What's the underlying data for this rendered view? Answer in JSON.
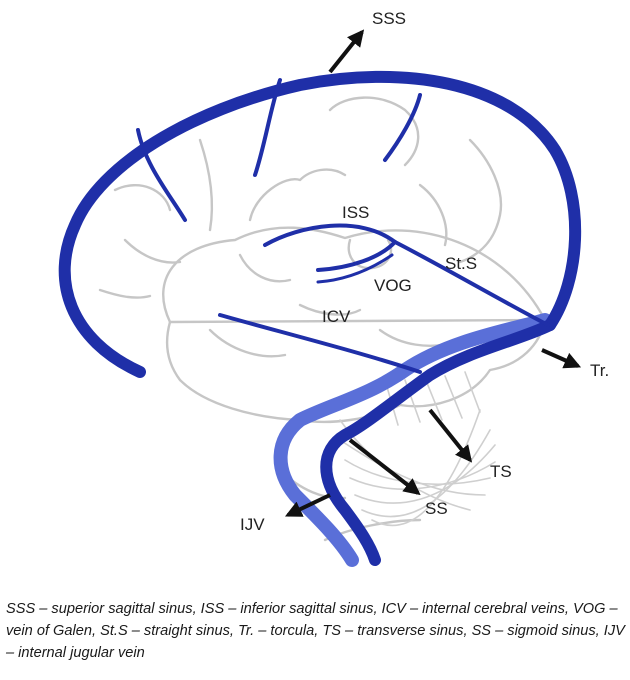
{
  "labels": {
    "sss": "SSS",
    "iss": "ISS",
    "st_s": "St.S",
    "vog": "VOG",
    "icv": "ICV",
    "tr": "Tr.",
    "ts": "TS",
    "ss": "SS",
    "ijv": "IJV"
  },
  "caption": "SSS – superior sagittal sinus, ISS – inferior sagittal sinus, ICV – internal cerebral veins, VOG – vein of Galen, St.S – straight sinus, Tr. – torcula, TS – transverse sinus, SS – sigmoid sinus, IJV – internal jugular vein",
  "colors": {
    "sinus_dark": "#1f2fa8",
    "sinus_light": "#5a6fd8",
    "brain_outline": "#c4c4c4",
    "arrow": "#111111",
    "text": "#222222"
  }
}
